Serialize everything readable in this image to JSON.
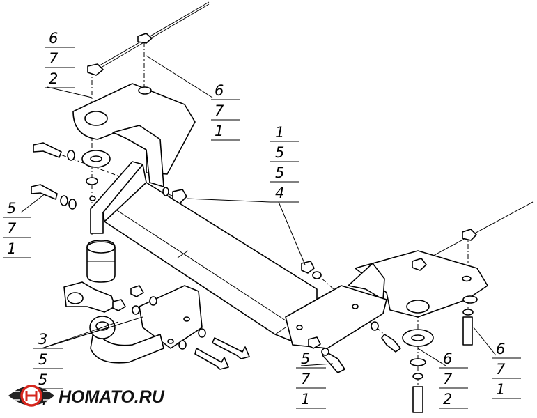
{
  "diagram": {
    "callouts": [
      {
        "id": "top-left",
        "labels": [
          "6",
          "7",
          "2"
        ]
      },
      {
        "id": "top-center",
        "labels": [
          "6",
          "7",
          "1"
        ]
      },
      {
        "id": "middle",
        "labels": [
          "1",
          "5",
          "5",
          "4"
        ]
      },
      {
        "id": "left",
        "labels": [
          "5",
          "7",
          "1"
        ]
      },
      {
        "id": "bottom-left",
        "labels": [
          "3",
          "5",
          "5",
          "4"
        ]
      },
      {
        "id": "bottom-center",
        "labels": [
          "5",
          "7",
          "1"
        ]
      },
      {
        "id": "bottom-right-inner",
        "labels": [
          "6",
          "7",
          "2"
        ]
      },
      {
        "id": "bottom-right-outer",
        "labels": [
          "6",
          "7",
          "1"
        ]
      }
    ]
  },
  "logo": {
    "text": "HOMATO.RU",
    "colors": {
      "red": "#d6261d",
      "dark": "#222222"
    }
  }
}
